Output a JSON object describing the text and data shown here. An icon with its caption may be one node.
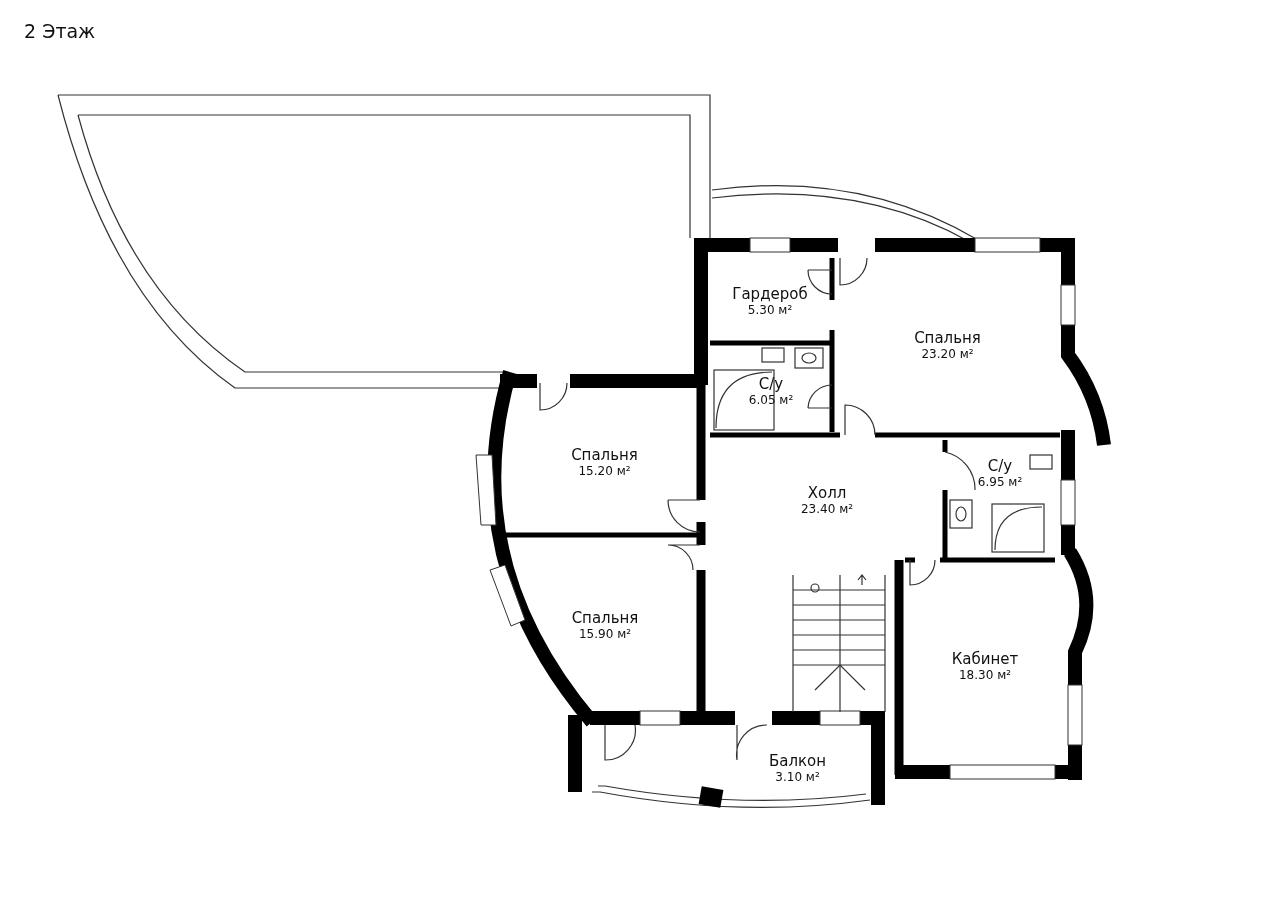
{
  "diagram": {
    "title": "2 Этаж",
    "nodes": [
      {
        "text": [
          "Гардероб",
          "5.30 м²"
        ]
      },
      {
        "text": [
          "Спальня",
          "23.20 м²"
        ]
      },
      {
        "text": [
          "С/у",
          "6.05 м²"
        ]
      },
      {
        "text": [
          "Спальня",
          "15.20 м²"
        ]
      },
      {
        "text": [
          "Холл",
          "23.40 м²"
        ]
      },
      {
        "text": [
          "С/у",
          "6.95 м²"
        ]
      },
      {
        "text": [
          "Спальня",
          "15.90 м²"
        ]
      },
      {
        "text": [
          "Кабинет",
          "18.30 м²"
        ]
      },
      {
        "text": [
          "Балкон",
          "3.10 м²"
        ]
      }
    ],
    "edges": []
  }
}
